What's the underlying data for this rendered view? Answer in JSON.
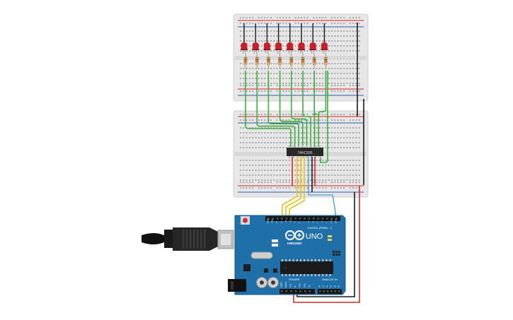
{
  "circuit": {
    "chip_label": "74HC595",
    "led_count": 8,
    "led_color": "#c8202a",
    "arduino": {
      "brand": "ARDUINO",
      "model": "UNO",
      "digital_label": "DIGITAL (PWM= ~)",
      "power_label": "POWER",
      "analog_label": "ANALOG IN",
      "top_header": [
        "AREF",
        "GND",
        "13",
        "12",
        "~11",
        "~10",
        "~9",
        "8",
        "7",
        "~6",
        "~5",
        "4",
        "~3",
        "2",
        "TX 1",
        "RX 0"
      ],
      "bottom_header": [
        "IOREF",
        "RESET",
        "3.3V",
        "5V",
        "GND",
        "GND",
        "Vin",
        "A0",
        "A1",
        "A2",
        "A3",
        "A4",
        "A5"
      ]
    },
    "colors": {
      "board": "#1f6fa8",
      "breadboard": "#e9e9e9",
      "rail_red": "#d22b2b",
      "rail_blue": "#2d5fb0",
      "wire_green": "#3fae3f",
      "wire_yellow": "#e8c21a",
      "wire_cyan": "#5aaed0",
      "wire_red": "#d22b2b",
      "wire_black": "#1a1a1a"
    }
  }
}
